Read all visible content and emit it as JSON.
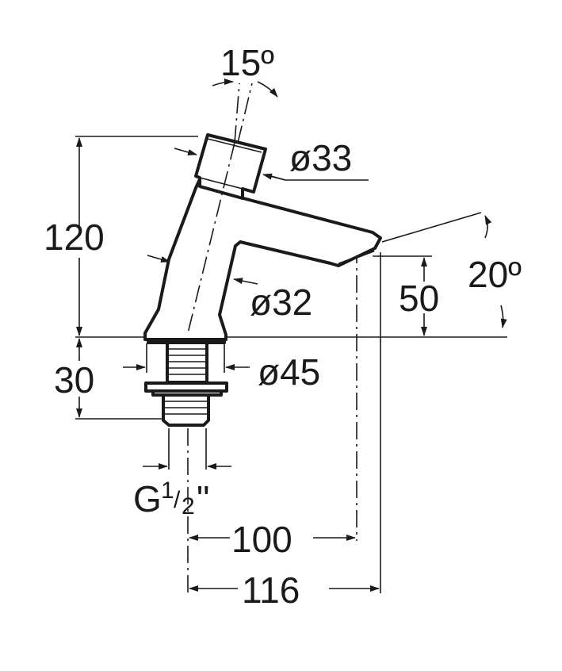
{
  "diagram": {
    "title": "Tap dimension drawing",
    "labels": {
      "angle_top": "15º",
      "cap_diameter": "ø33",
      "height_total": "120",
      "body_diameter": "ø32",
      "spout_height": "50",
      "spout_angle": "20º",
      "base_height": "30",
      "base_diameter": "ø45",
      "thread_prefix": "G",
      "thread_sup": "1",
      "thread_slash": "/",
      "thread_sub": "2",
      "thread_suffix": "\"",
      "reach_inner": "100",
      "reach_outer": "116"
    },
    "line_color": "#1a1a1a"
  }
}
